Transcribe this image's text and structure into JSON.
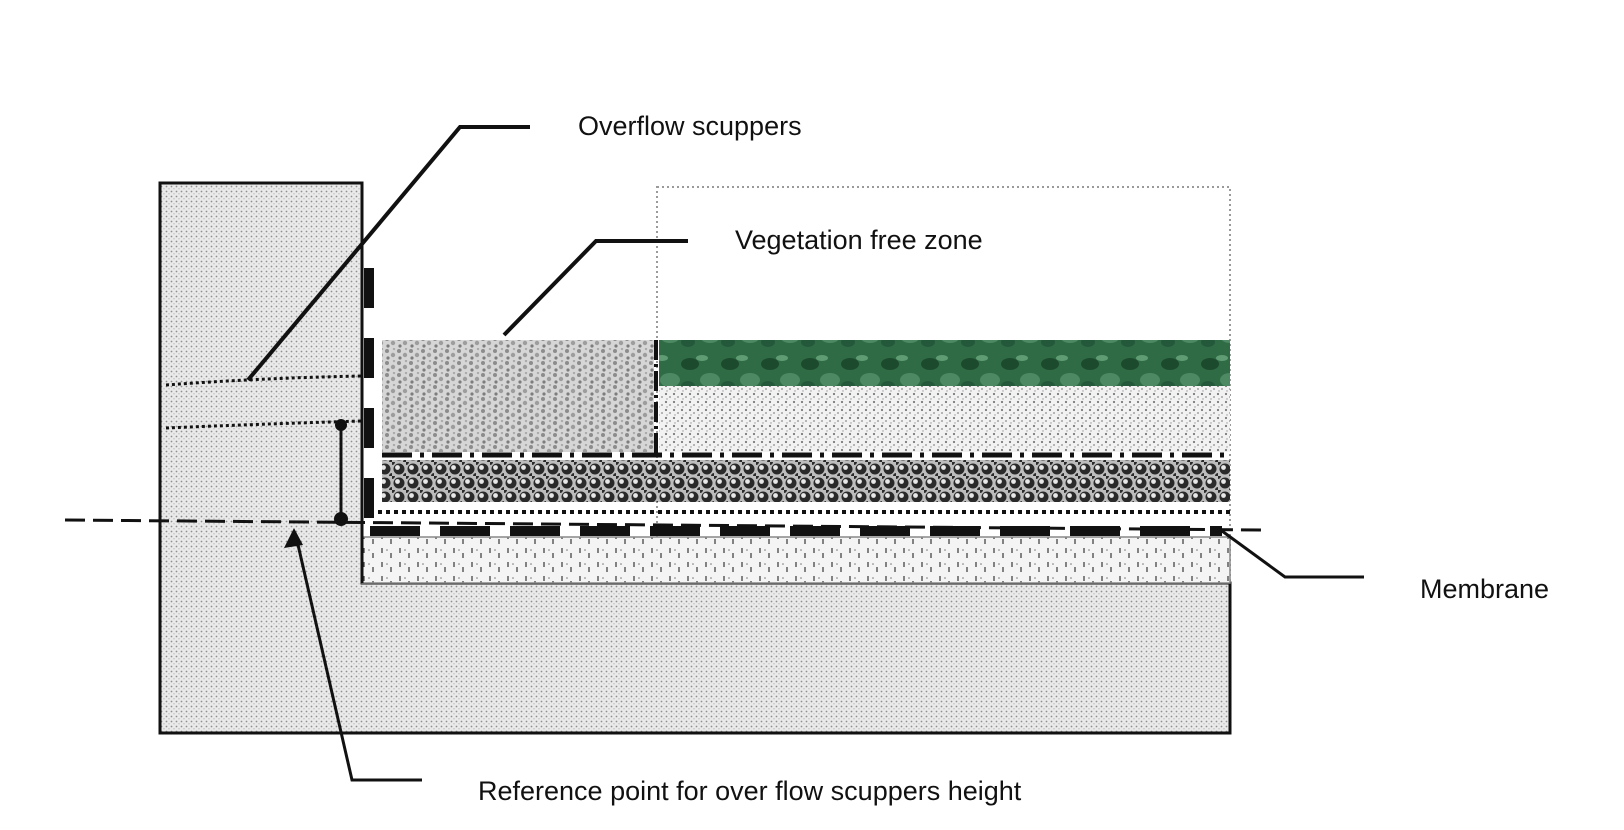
{
  "labels": {
    "overflow_scuppers": "Overflow scuppers",
    "vegetation_free_zone": "Vegetation free zone",
    "membrane": "Membrane",
    "reference_point": "Reference point for over flow scuppers height"
  },
  "colors": {
    "structure_fill": "#e4e4e4",
    "structure_stroke": "#111111",
    "vegetation_green": "#2f6b45",
    "vegetation_dark": "#1b4a2d",
    "gravel_fill": "#c8c8c8",
    "drainage_fill": "#9a9a9a",
    "line": "#111111"
  }
}
